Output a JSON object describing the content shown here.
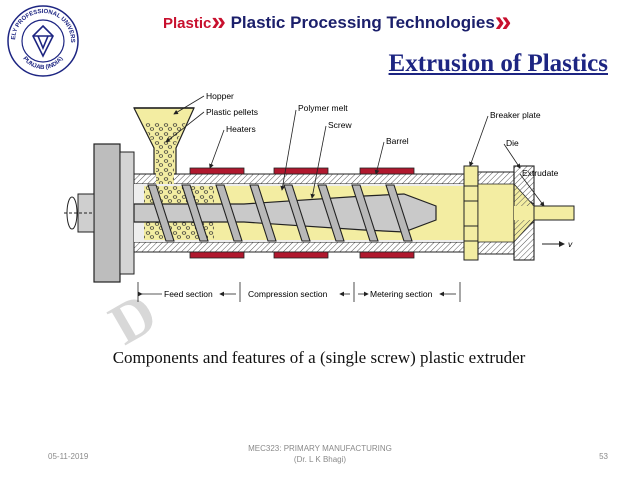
{
  "logo": {
    "ring_top": "LOVELY PROFESSIONAL UNIVERSITY",
    "ring_bottom": "PUNJAB (INDIA)",
    "color": "#1d2582"
  },
  "header": {
    "course_label": "Plastic",
    "topic": "Plastic Processing Technologies",
    "separator": "»"
  },
  "slide": {
    "title": "Extrusion of Plastics"
  },
  "diagram": {
    "labels": {
      "hopper": "Hopper",
      "pellets": "Plastic pellets",
      "heaters": "Heaters",
      "melt": "Polymer melt",
      "screw": "Screw",
      "barrel": "Barrel",
      "breaker": "Breaker plate",
      "die": "Die",
      "extrudate": "Extrudate",
      "velocity": "v"
    },
    "sections": {
      "feed": "Feed section",
      "compression": "Compression section",
      "metering": "Metering section"
    },
    "watermark": "D"
  },
  "caption": "Components and features of a (single screw) plastic extruder",
  "footer": {
    "date": "05-11-2019",
    "course_line1": "MEC323: PRIMARY MANUFACTURING",
    "course_line2": "(Dr. L K Bhagi)",
    "page": "53"
  },
  "colors": {
    "accent_red": "#c8102e",
    "title_blue": "#1d2582",
    "melt_yellow": "#f3eda2",
    "heater_red": "#b0182e"
  }
}
